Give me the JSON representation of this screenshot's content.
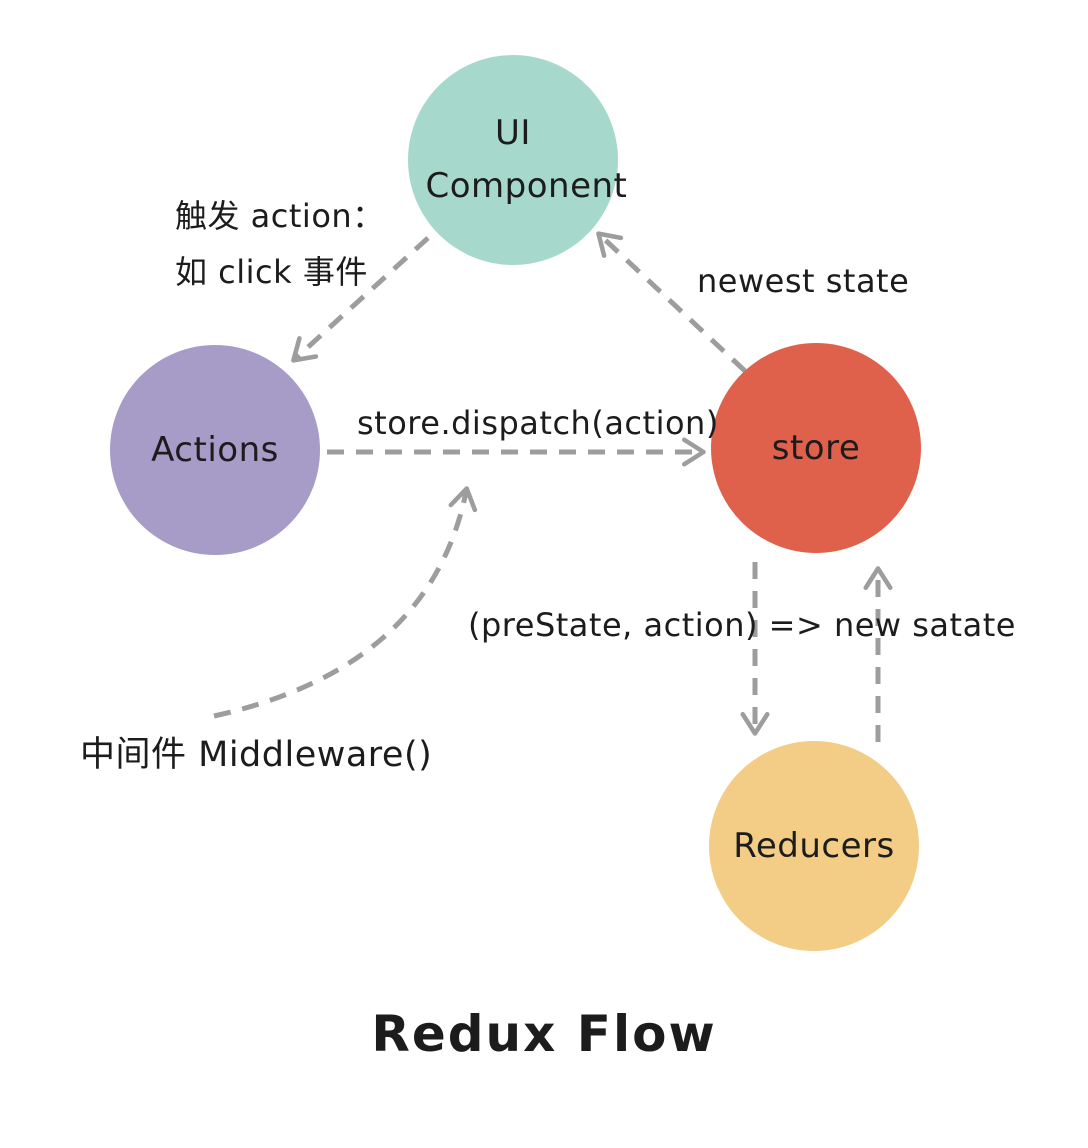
{
  "diagram": {
    "title": "Redux Flow",
    "arrow_color": "#9d9d9d",
    "nodes": [
      {
        "id": "ui-component",
        "label": "UI Component",
        "color": "#a6d9cb"
      },
      {
        "id": "actions",
        "label": "Actions",
        "color": "#a79bc8"
      },
      {
        "id": "store",
        "label": "store",
        "color": "#e0614b"
      },
      {
        "id": "reducers",
        "label": "Reducers",
        "color": "#f3cd85"
      }
    ],
    "labels": {
      "trigger_line1": "触发 action：",
      "trigger_line2": "如 click 事件",
      "newest_state": "newest state",
      "dispatch": "store.dispatch(action)",
      "reducer_signature": "(preState, action) => new satate",
      "middleware": "中间件 Middleware()"
    }
  }
}
